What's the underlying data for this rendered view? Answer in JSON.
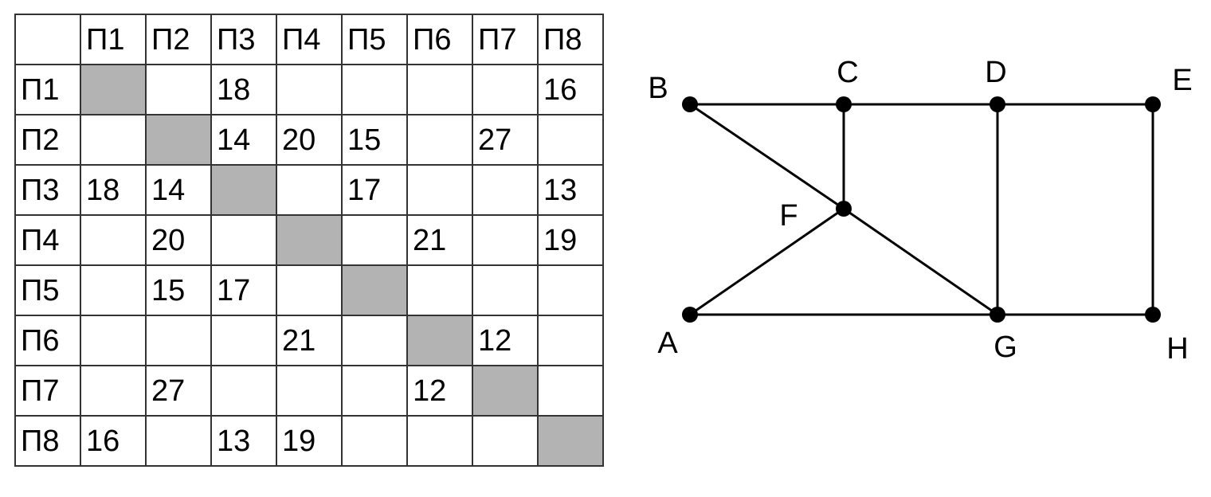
{
  "table": {
    "headers": [
      "",
      "П1",
      "П2",
      "П3",
      "П4",
      "П5",
      "П6",
      "П7",
      "П8"
    ],
    "rows": [
      {
        "label": "П1",
        "cells": [
          "",
          "",
          "18",
          "",
          "",
          "",
          "",
          "16"
        ]
      },
      {
        "label": "П2",
        "cells": [
          "",
          "",
          "14",
          "20",
          "15",
          "",
          "27",
          ""
        ]
      },
      {
        "label": "П3",
        "cells": [
          "18",
          "14",
          "",
          "",
          "17",
          "",
          "",
          "13"
        ]
      },
      {
        "label": "П4",
        "cells": [
          "",
          "20",
          "",
          "",
          "",
          "21",
          "",
          "19"
        ]
      },
      {
        "label": "П5",
        "cells": [
          "",
          "15",
          "17",
          "",
          "",
          "",
          "",
          ""
        ]
      },
      {
        "label": "П6",
        "cells": [
          "",
          "",
          "",
          "21",
          "",
          "",
          "12",
          ""
        ]
      },
      {
        "label": "П7",
        "cells": [
          "",
          "27",
          "",
          "",
          "",
          "12",
          "",
          ""
        ]
      },
      {
        "label": "П8",
        "cells": [
          "16",
          "",
          "13",
          "19",
          "",
          "",
          "",
          ""
        ]
      }
    ],
    "diagonal_color": "#b3b3b3"
  },
  "graph": {
    "nodes": [
      "A",
      "B",
      "C",
      "D",
      "E",
      "F",
      "G",
      "H"
    ],
    "edges": [
      [
        "B",
        "C"
      ],
      [
        "C",
        "D"
      ],
      [
        "D",
        "E"
      ],
      [
        "B",
        "F"
      ],
      [
        "F",
        "G"
      ],
      [
        "C",
        "F"
      ],
      [
        "A",
        "F"
      ],
      [
        "A",
        "G"
      ],
      [
        "D",
        "G"
      ],
      [
        "G",
        "H"
      ],
      [
        "E",
        "H"
      ]
    ]
  }
}
